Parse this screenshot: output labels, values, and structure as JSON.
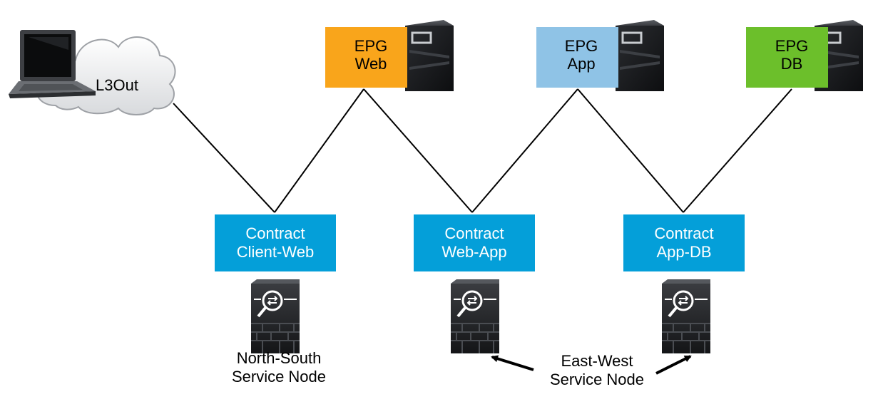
{
  "colors": {
    "epg_web": "#f9a51b",
    "epg_app": "#8fc3e6",
    "epg_db": "#6cbf2b",
    "contract": "#049fd9",
    "line": "#000000"
  },
  "l3out": {
    "label": "L3Out",
    "icons": [
      "laptop-icon",
      "cloud-icon"
    ]
  },
  "epgs": [
    {
      "line1": "EPG",
      "line2": "Web",
      "icon": "server-icon"
    },
    {
      "line1": "EPG",
      "line2": "App",
      "icon": "server-icon"
    },
    {
      "line1": "EPG",
      "line2": "DB",
      "icon": "server-icon"
    }
  ],
  "contracts": [
    {
      "line1": "Contract",
      "line2": "Client-Web"
    },
    {
      "line1": "Contract",
      "line2": "Web-App"
    },
    {
      "line1": "Contract",
      "line2": "App-DB"
    }
  ],
  "service_nodes": {
    "icon": "firewall-icon",
    "north_south": {
      "line1": "North-South",
      "line2": "Service Node"
    },
    "east_west": {
      "line1": "East-West",
      "line2": "Service Node"
    }
  }
}
